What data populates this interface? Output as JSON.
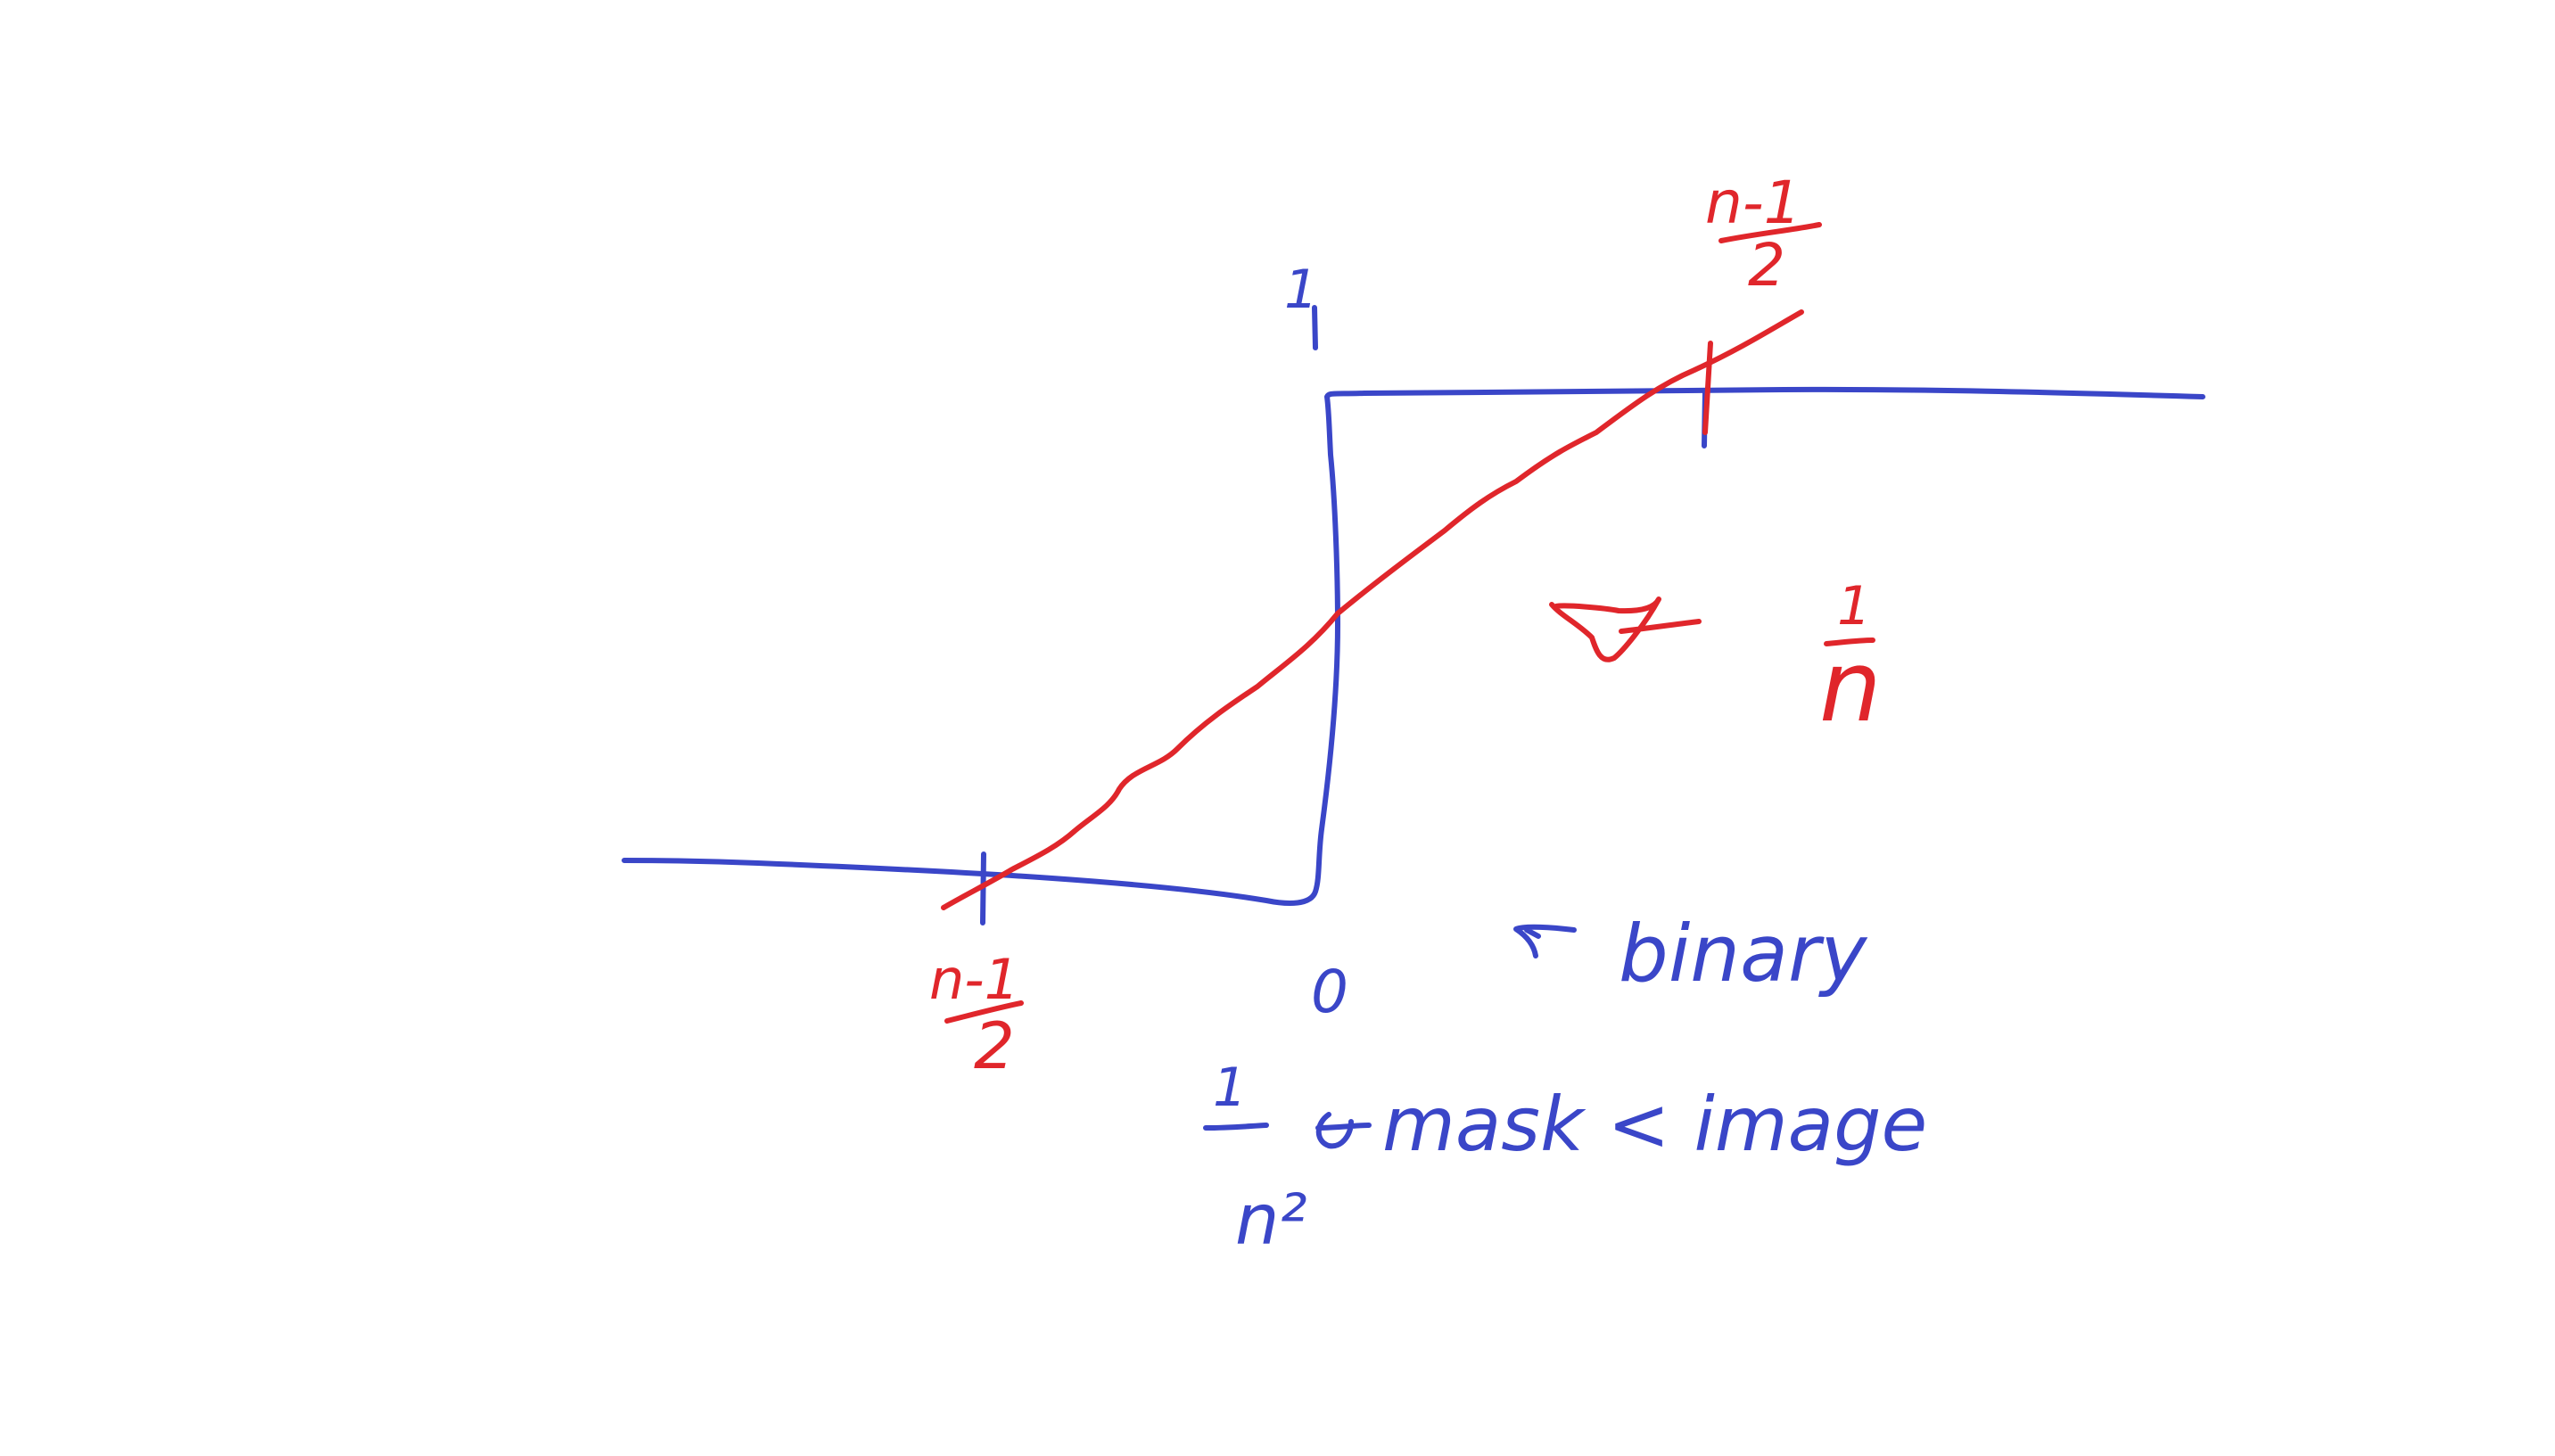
{
  "colors": {
    "background": "#ffffff",
    "blue_ink": "#3a46c8",
    "red_ink": "#e0262b"
  },
  "labels": {
    "top_right_numerator": "n-1",
    "top_right_denominator": "2",
    "bottom_left_numerator": "n-1",
    "bottom_left_denominator": "2",
    "y_one": "1",
    "x_zero": "0",
    "slope_numerator": "1",
    "slope_denominator": "n",
    "binary_note": "binary",
    "area_numerator": "1",
    "area_denominator": "n²",
    "mask_note": "mask < image"
  }
}
